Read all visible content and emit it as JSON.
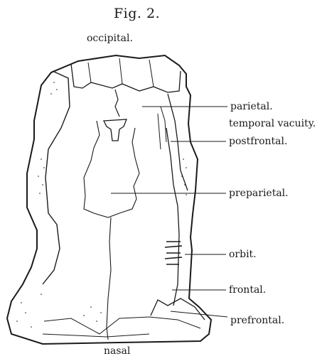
{
  "figure": {
    "title": "Fig. 2.",
    "top_label": "occipital.",
    "bottom_label": "nasal"
  },
  "labels": [
    {
      "id": "parietal",
      "text": "parietal."
    },
    {
      "id": "temporal-vacuity",
      "text": "temporal vacuity."
    },
    {
      "id": "postfrontal",
      "text": "postfrontal."
    },
    {
      "id": "preparietal",
      "text": "preparietal."
    },
    {
      "id": "orbit",
      "text": "orbit."
    },
    {
      "id": "frontal",
      "text": "frontal."
    },
    {
      "id": "prefrontal",
      "text": "prefrontal."
    }
  ],
  "colors": {
    "ink": "#1a1a1a",
    "paper": "#ffffff"
  }
}
